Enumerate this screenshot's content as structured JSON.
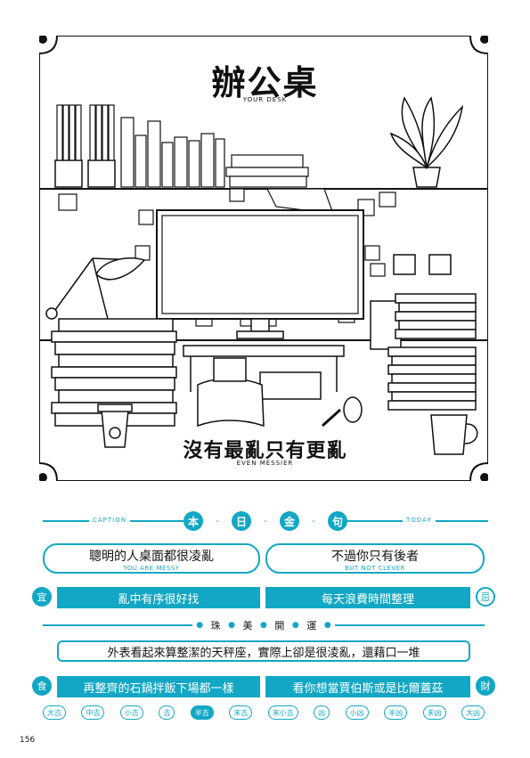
{
  "illustration": {
    "title": "辦公桌",
    "subtitle": "YOUR DESK",
    "caption": "沒有最亂只有更亂",
    "caption_en": "EVEN MESSIER"
  },
  "fortune": {
    "caption_label": "CAPTION",
    "today_label": "TODAY",
    "heading_chars": [
      "本",
      "日",
      "金",
      "句"
    ],
    "quote_left": "聰明的人桌面都很凌亂",
    "quote_left_en": "YOU ARE MESSY",
    "quote_right": "不過你只有後者",
    "quote_right_en": "BUT NOT CLEVER",
    "yi_label": "宜",
    "ji_label": "忌",
    "yi_text": "亂中有序很好找",
    "ji_text": "每天浪費時間整理",
    "zhu_heading": [
      "珠",
      "美",
      "開",
      "運"
    ],
    "zhu_text": "外表看起來算整潔的天秤座，實際上卻是很淩亂，還藉口一堆",
    "shi_label": "食",
    "cai_label": "財",
    "shi_text": "再整齊的石鍋拌飯下場都一樣",
    "cai_text": "看你想當賈伯斯或是比爾蓋茲",
    "luck_levels": [
      "大吉",
      "中吉",
      "小吉",
      "吉",
      "半吉",
      "末吉",
      "末小吉",
      "凶",
      "小凶",
      "半凶",
      "末凶",
      "大凶"
    ],
    "luck_selected": "半吉"
  },
  "page_number": "156",
  "colors": {
    "accent": "#12a7c4"
  }
}
